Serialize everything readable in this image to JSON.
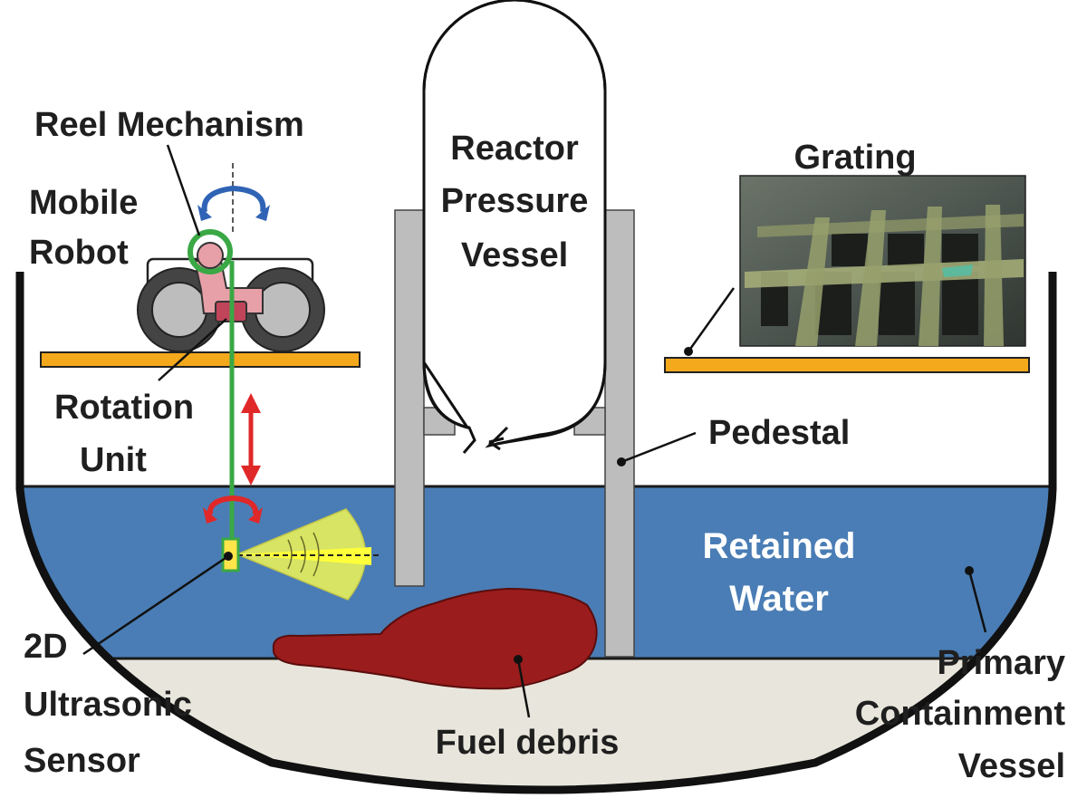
{
  "labels": {
    "reel_mechanism": "Reel Mechanism",
    "mobile_robot_line1": "Mobile",
    "mobile_robot_line2": "Robot",
    "rotation_unit_line1": "Rotation",
    "rotation_unit_line2": "Unit",
    "sensor_line1": "2D",
    "sensor_line2": "Ultrasonic",
    "sensor_line3": "Sensor",
    "rpv_line1": "Reactor",
    "rpv_line2": "Pressure",
    "rpv_line3": "Vessel",
    "grating": "Grating",
    "pedestal": "Pedestal",
    "water_line1": "Retained",
    "water_line2": "Water",
    "pcv_line1": "Primary",
    "pcv_line2": "Containment",
    "pcv_line3": "Vessel",
    "fuel_debris": "Fuel debris"
  },
  "colors": {
    "water": "#4a7db5",
    "floor": "#e8e6dc",
    "debris": "#9b1c1c",
    "platform": "#f4a81c",
    "pedestal": "#bdbdbd",
    "cable": "#3aa845",
    "arrow_red": "#e02828",
    "arrow_blue": "#2f63b5",
    "sensor_beam": "#e8ef5a",
    "robot_body": "#e8a0a8",
    "robot_joint": "#c0445a"
  }
}
